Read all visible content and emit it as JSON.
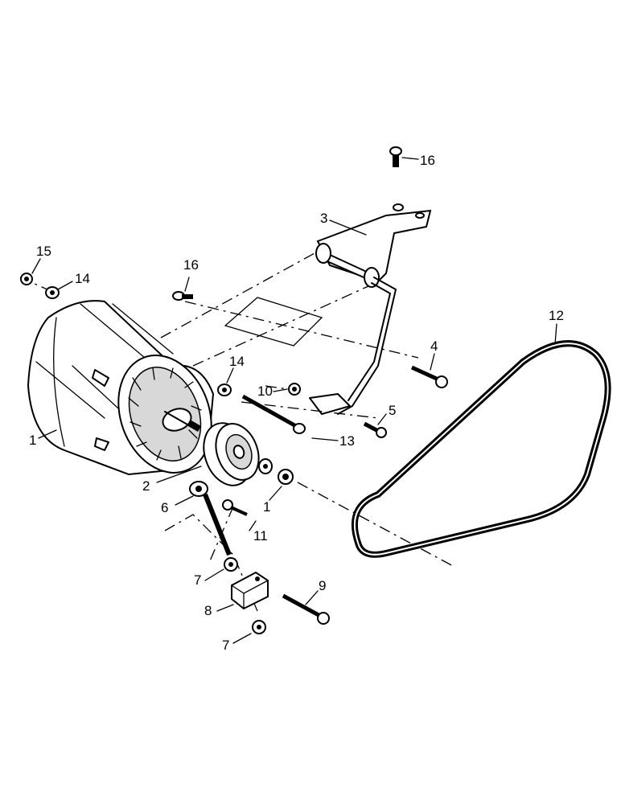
{
  "callouts": {
    "c1_alternator": "1",
    "c1_nut": "1",
    "c2": "2",
    "c3": "3",
    "c4": "4",
    "c5": "5",
    "c6": "6",
    "c7_top": "7",
    "c7_bottom": "7",
    "c8": "8",
    "c9": "9",
    "c10": "10",
    "c11": "11",
    "c12": "12",
    "c13": "13",
    "c14_left": "14",
    "c14_mid": "14",
    "c15": "15",
    "c16_top": "16",
    "c16_left": "16"
  }
}
